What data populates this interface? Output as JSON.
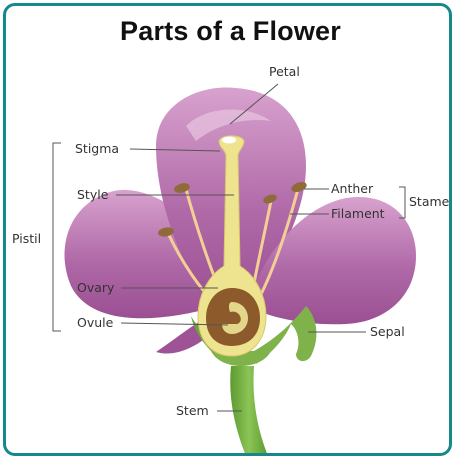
{
  "title": "Parts of a Flower",
  "labels": {
    "petal": "Petal",
    "stigma": "Stigma",
    "style": "Style",
    "pistil": "Pistil",
    "ovary": "Ovary",
    "ovule": "Ovule",
    "anther": "Anther",
    "filament": "Filament",
    "stamen": "Stamen",
    "sepal": "Sepal",
    "stem": "Stem"
  },
  "colors": {
    "border": "#16888c",
    "petal": "#b46fae",
    "petal_light": "#dca8d2",
    "pistil": "#eee38f",
    "ovary_inner": "#8c5a2b",
    "sepal": "#7fb24a",
    "stem": "#6da93b",
    "filament": "#f2cf95",
    "anther": "#8f6a3a"
  }
}
